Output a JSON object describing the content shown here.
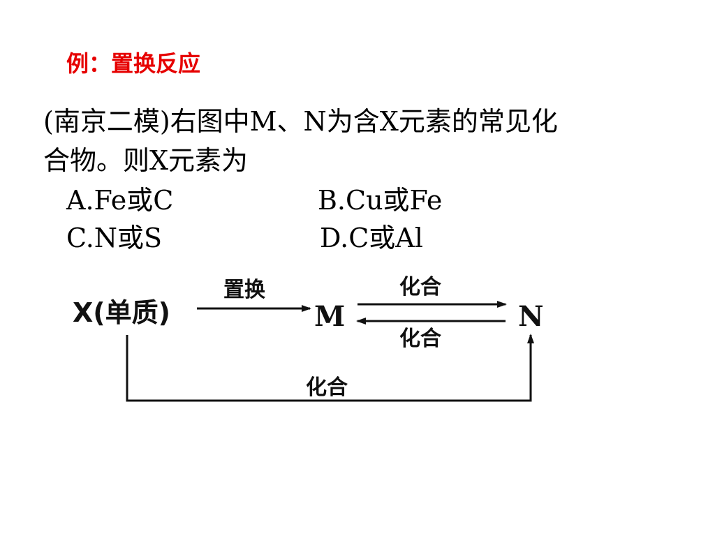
{
  "heading": {
    "text": "例：置换反应",
    "color": "#e60000"
  },
  "question": {
    "line1": "(南京二模)右图中M、N为含X元素的常见化",
    "line2": "合物。则X元素为"
  },
  "options": {
    "a": "A.Fe或C",
    "b": "B.Cu或Fe",
    "c": "C.N或S",
    "d": "D.C或Al"
  },
  "diagram": {
    "nodes": {
      "x": "X(单质)",
      "m": "M",
      "n": "N"
    },
    "edges": {
      "x_to_m": "置换",
      "m_to_n": "化合",
      "n_to_m": "化合",
      "x_to_n": "化合"
    }
  }
}
